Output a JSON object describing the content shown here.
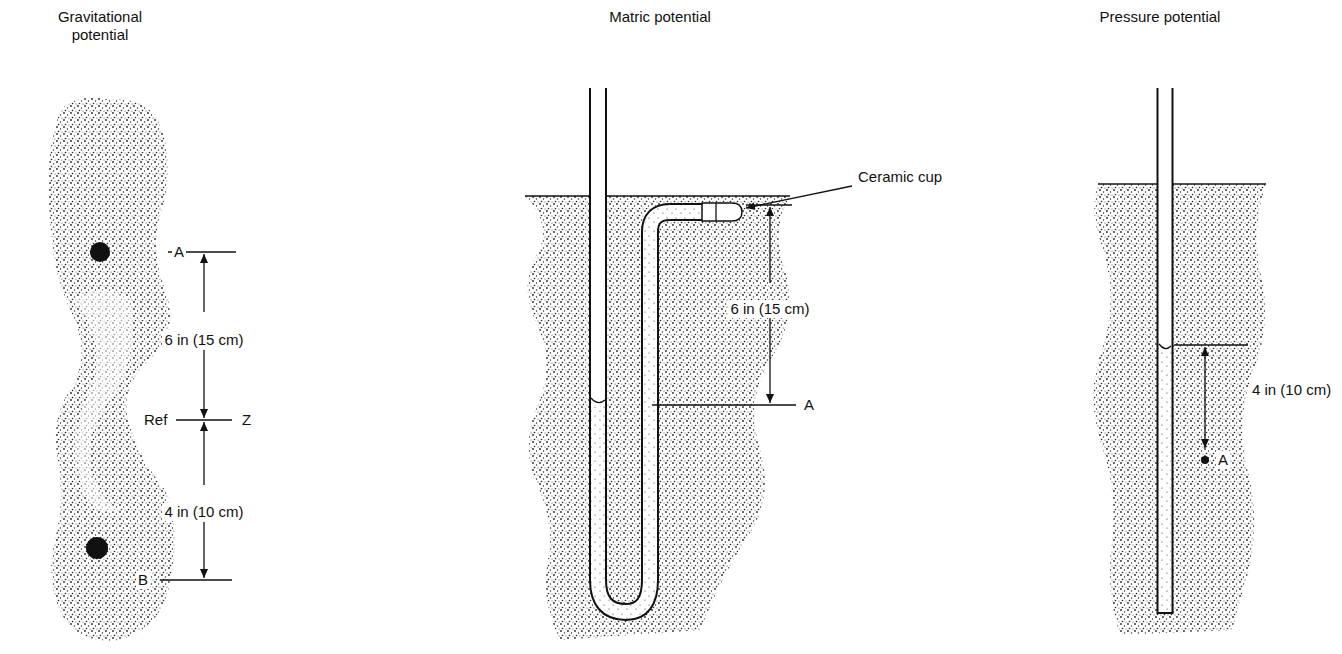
{
  "diagram": {
    "labels": [
      "Gravitational potential",
      "Matric potential",
      "Pressure potential",
      "A",
      "6 in (15 cm)",
      "Ref",
      "Z",
      "4 in (10 cm)",
      "B",
      "Ceramic cup",
      "6 in (15 cm)",
      "A",
      "4 in (10 cm)",
      "A"
    ]
  }
}
